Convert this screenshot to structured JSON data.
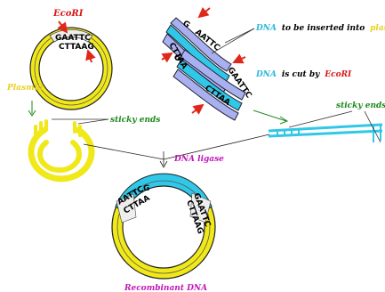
{
  "labels": {
    "ecori_top": "EcoRI",
    "plasmid": "Plasmid",
    "dna_word": "DNA",
    "to_be_inserted": "to be inserted into",
    "plasmid_inline": "plasmid",
    "is_cut_by": "is cut by",
    "ecori_inline": "EcoRI",
    "sticky_ends_left": "sticky ends",
    "sticky_ends_right": "sticky ends",
    "dna_ligase": "DNA ligase",
    "recombinant_dna": "Recombinant DNA"
  },
  "sequences": {
    "plasmid_outer": "GAATTC",
    "plasmid_inner": "CTTAAG",
    "fragment_top": "AATTC",
    "fragment_top_g": "G",
    "fragment_left": "CTTAA",
    "fragment_left_g": "G",
    "fragment_right": "GAATTC",
    "fragment_bottom": "CTTAA",
    "recombinant_left_outer": "AATTC",
    "recombinant_left_g": "G",
    "recombinant_left_inner": "CTTAA",
    "recombinant_right_outer": "GAATTC",
    "recombinant_right_inner": "CTTAAG"
  },
  "colors": {
    "plasmid_yellow": "#f0e818",
    "dna_cyan": "#30c8e8",
    "dna_strand_blue": "#a8b0f0",
    "arrow_red": "#e0281a",
    "label_red": "#d81818",
    "label_yellow": "#e8d020",
    "label_green": "#1e8a1e",
    "label_magenta": "#c018b8",
    "label_cyan": "#28b8d8"
  }
}
